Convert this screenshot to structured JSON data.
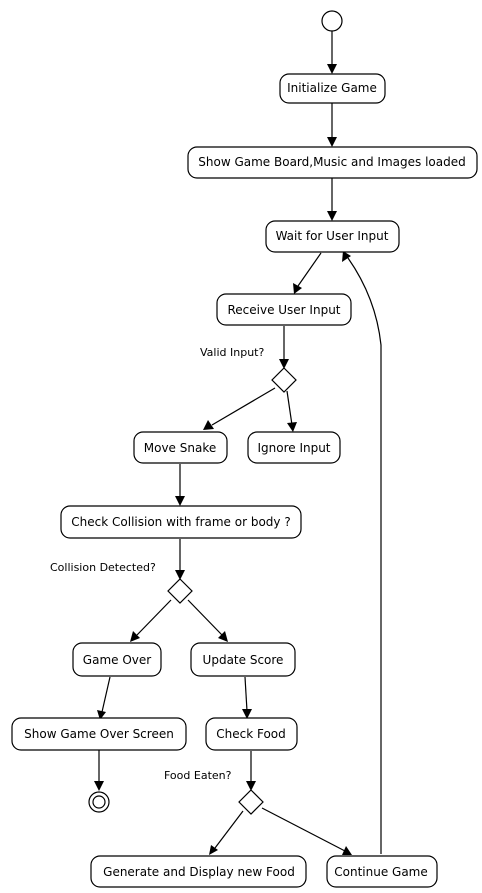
{
  "diagram": {
    "nodes": {
      "initialize": "Initialize Game",
      "show_board": "Show Game Board,Music and Images loaded",
      "wait_input": "Wait for User Input",
      "receive_input": "Receive User Input",
      "move_snake": "Move Snake",
      "ignore_input": "Ignore Input",
      "check_collision": "Check Collision with frame or body ?",
      "game_over": "Game Over",
      "update_score": "Update Score",
      "show_game_over": "Show Game Over Screen",
      "check_food": "Check Food",
      "generate_food": "Generate and Display new Food",
      "continue_game": "Continue Game"
    },
    "decisions": {
      "valid_input": "Valid Input?",
      "collision_detected": "Collision Detected?",
      "food_eaten": "Food Eaten?"
    }
  }
}
